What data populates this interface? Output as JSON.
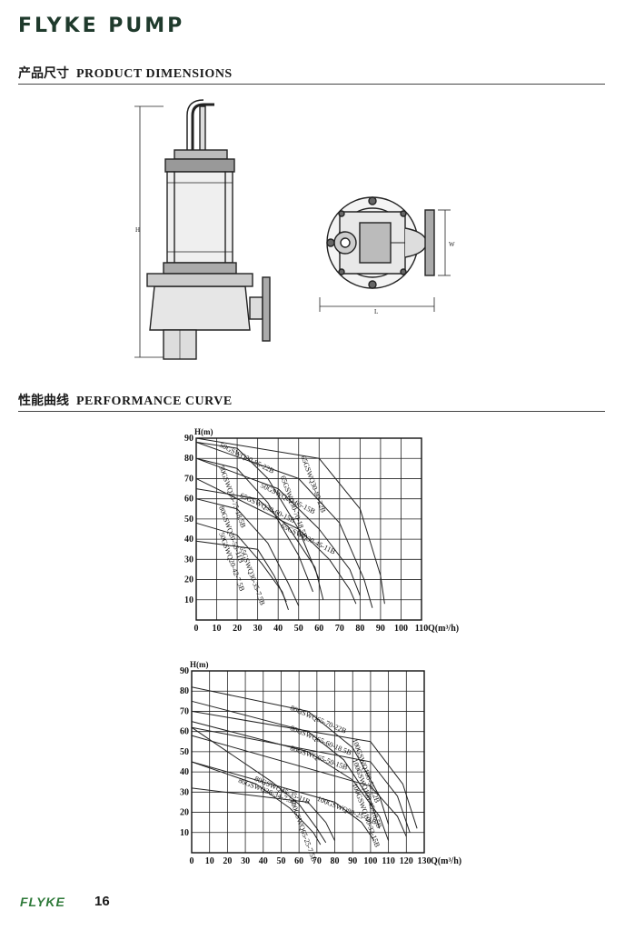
{
  "header": {
    "brand": "FLYKE PUMP"
  },
  "sections": {
    "dimensions": {
      "cn": "产品尺寸",
      "en": "PRODUCT DIMENSIONS"
    },
    "performance": {
      "cn": "性能曲线",
      "en": "PERFORMANCE CURVE"
    }
  },
  "drawing": {
    "label_h": "H",
    "label_l": "L",
    "label_w": "W"
  },
  "chart_data": [
    {
      "type": "line",
      "title": "",
      "ylabel": "H(m)",
      "xlabel": "Q(m³/h)",
      "xlim": [
        0,
        110
      ],
      "ylim": [
        0,
        90
      ],
      "x_ticks": [
        0,
        10,
        20,
        30,
        40,
        50,
        60,
        70,
        80,
        90,
        100,
        110
      ],
      "y_ticks": [
        10,
        20,
        30,
        40,
        50,
        60,
        70,
        80,
        90
      ],
      "grid": true,
      "series": [
        {
          "name": "50GSWQ20-85-22B",
          "x": [
            0,
            20,
            35,
            50,
            60
          ],
          "y": [
            88,
            85,
            70,
            45,
            20
          ]
        },
        {
          "name": "50GSWQ20-75-18.5B",
          "x": [
            0,
            20,
            35,
            50,
            57
          ],
          "y": [
            80,
            75,
            58,
            32,
            14
          ]
        },
        {
          "name": "65GSWQ30-60-15B",
          "x": [
            0,
            30,
            45,
            58,
            62
          ],
          "y": [
            65,
            60,
            46,
            26,
            10
          ]
        },
        {
          "name": "80GSWQ20-55-11B",
          "x": [
            0,
            20,
            35,
            45,
            50
          ],
          "y": [
            60,
            55,
            38,
            18,
            7
          ]
        },
        {
          "name": "50GSWQ20-42-7.5B",
          "x": [
            0,
            20,
            32,
            42,
            45
          ],
          "y": [
            48,
            42,
            28,
            14,
            5
          ]
        },
        {
          "name": "65GSWQ30-35-7.5B",
          "x": [
            0,
            30,
            38,
            44
          ],
          "y": [
            39,
            35,
            22,
            9
          ]
        },
        {
          "name": "50GSWQ20-65-15B",
          "x": [
            0,
            40,
            60,
            75,
            80
          ],
          "y": [
            80,
            65,
            45,
            25,
            12
          ]
        },
        {
          "name": "65GSWQ30-45-11B",
          "x": [
            0,
            50,
            65,
            75,
            78
          ],
          "y": [
            70,
            45,
            30,
            15,
            8
          ]
        },
        {
          "name": "65GSWQ30-70-18.5B",
          "x": [
            0,
            50,
            70,
            82,
            86
          ],
          "y": [
            88,
            70,
            48,
            20,
            6
          ]
        },
        {
          "name": "65GSWQ30-80-22B",
          "x": [
            0,
            60,
            80,
            90,
            92
          ],
          "y": [
            90,
            80,
            55,
            22,
            8
          ]
        }
      ]
    },
    {
      "type": "line",
      "title": "",
      "ylabel": "H(m)",
      "xlabel": "Q(m³/h)",
      "xlim": [
        0,
        130
      ],
      "ylim": [
        0,
        90
      ],
      "x_ticks": [
        0,
        10,
        20,
        30,
        40,
        50,
        60,
        70,
        80,
        90,
        100,
        110,
        120,
        130
      ],
      "y_ticks": [
        10,
        20,
        30,
        40,
        50,
        60,
        70,
        80,
        90
      ],
      "grid": true,
      "series": [
        {
          "name": "80GSWQ65-70-22B",
          "x": [
            0,
            65,
            90,
            105,
            110
          ],
          "y": [
            82,
            70,
            52,
            28,
            14
          ]
        },
        {
          "name": "80GSWQ65-60-18.5B",
          "x": [
            0,
            65,
            85,
            100,
            105
          ],
          "y": [
            75,
            60,
            46,
            26,
            12
          ]
        },
        {
          "name": "80GSWQ45-35-11B",
          "x": [
            0,
            45,
            60,
            70,
            75
          ],
          "y": [
            62,
            35,
            24,
            12,
            5
          ]
        },
        {
          "name": "80GSWQ36-34-7.5B",
          "x": [
            0,
            36,
            55,
            68,
            72
          ],
          "y": [
            45,
            34,
            22,
            10,
            4
          ]
        },
        {
          "name": "100GSWQ65-25-7.5B",
          "x": [
            0,
            65,
            75,
            80
          ],
          "y": [
            32,
            25,
            15,
            6
          ]
        },
        {
          "name": "100GSWQ80-25-11B",
          "x": [
            0,
            80,
            95,
            102
          ],
          "y": [
            45,
            25,
            15,
            6
          ]
        },
        {
          "name": "80GSWQ65-50-15B",
          "x": [
            0,
            65,
            90,
            105,
            110
          ],
          "y": [
            65,
            50,
            36,
            18,
            6
          ]
        },
        {
          "name": "100GSWQ100-33-15B",
          "x": [
            0,
            100,
            115,
            120
          ],
          "y": [
            58,
            33,
            18,
            8
          ]
        },
        {
          "name": "100GSWQ100-45-18.5B",
          "x": [
            0,
            100,
            115,
            122
          ],
          "y": [
            62,
            45,
            28,
            10
          ]
        },
        {
          "name": "100GSWQ100-55-22B",
          "x": [
            0,
            100,
            118,
            126
          ],
          "y": [
            70,
            55,
            34,
            12
          ]
        }
      ]
    }
  ],
  "footer": {
    "logo": "FLYKE",
    "page": "16"
  }
}
